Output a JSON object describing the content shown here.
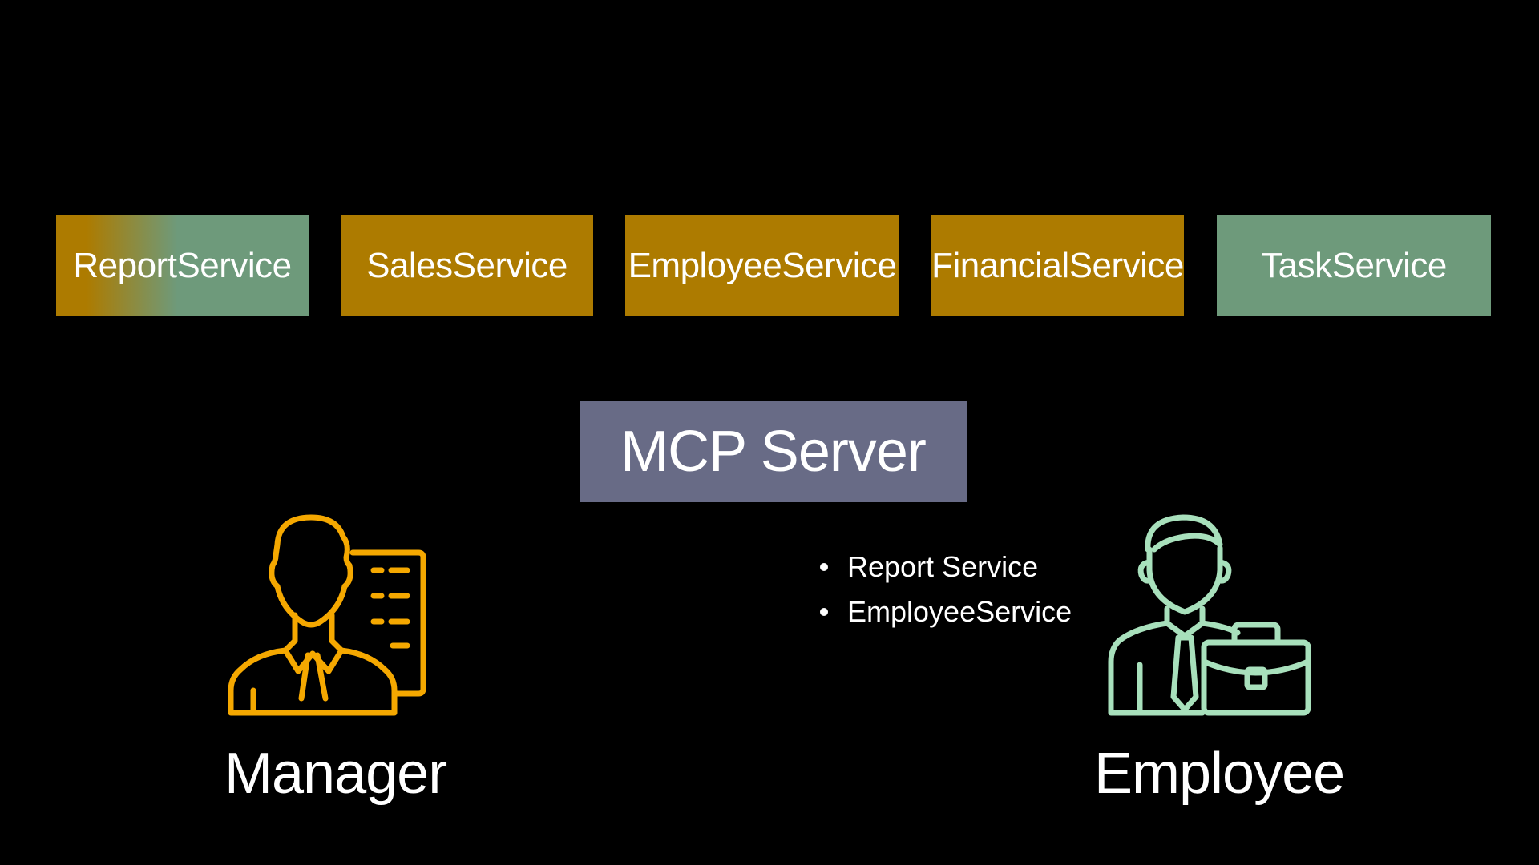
{
  "colors": {
    "background": "#000000",
    "service_orange": "#ad7b00",
    "service_green": "#6e9a7b",
    "mcp_box": "#686b86",
    "manager_icon": "#f5a800",
    "employee_icon": "#a8e0bc"
  },
  "services": [
    {
      "label": "ReportService",
      "fill": "gradient-orange-green"
    },
    {
      "label": "SalesService",
      "fill": "orange"
    },
    {
      "label": "EmployeeService",
      "fill": "orange"
    },
    {
      "label": "FinancialService",
      "fill": "orange"
    },
    {
      "label": "TaskService",
      "fill": "green"
    }
  ],
  "mcp_server": {
    "label": "MCP Server"
  },
  "manager": {
    "label": "Manager",
    "icon": "manager-with-document-icon"
  },
  "employee": {
    "label": "Employee",
    "icon": "employee-with-briefcase-icon",
    "access_list": [
      "Report Service",
      "EmployeeService"
    ]
  }
}
